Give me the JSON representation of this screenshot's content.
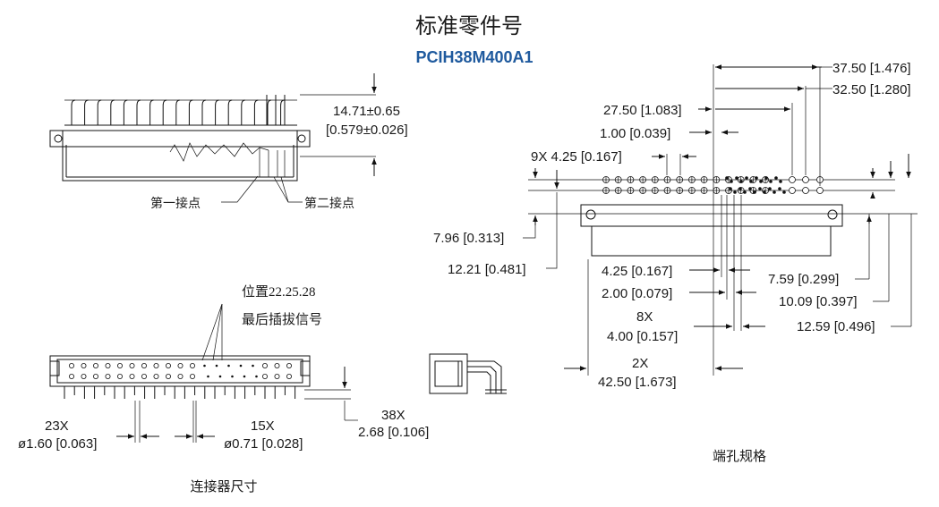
{
  "header": {
    "title": "标准零件号",
    "part_number": "PCIH38M400A1",
    "part_color": "#1f5a9e"
  },
  "top_view": {
    "dim_height": "14.71±0.65",
    "dim_height_in": "[0.579±0.026]",
    "label_contact_1": "第一接点",
    "label_contact_2": "第二接点"
  },
  "bottom_view": {
    "note_line1": "位置22.25.28",
    "note_line2": "最后插拔信号",
    "dim_23x": "23X",
    "dim_23x_val": "ø1.60 [0.063]",
    "dim_15x": "15X",
    "dim_15x_val": "ø0.71 [0.028]",
    "dim_38x": "38X",
    "dim_38x_val": "2.68 [0.106]",
    "caption": "连接器尺寸"
  },
  "hole_pattern": {
    "d_37_50": "37.50 [1.476]",
    "d_32_50": "32.50 [1.280]",
    "d_27_50": "27.50 [1.083]",
    "d_1_00": "1.00 [0.039]",
    "d_9x": "9X 4.25 [0.167]",
    "d_7_96": "7.96 [0.313]",
    "d_12_21": "12.21 [0.481]",
    "d_4_25": "4.25 [0.167]",
    "d_2_00": "2.00 [0.079]",
    "d_8x": "8X",
    "d_4_00": "4.00 [0.157]",
    "d_2x": "2X",
    "d_42_50": "42.50 [1.673]",
    "d_7_59": "7.59 [0.299]",
    "d_10_09": "10.09 [0.397]",
    "d_12_59": "12.59 [0.496]",
    "caption": "端孔规格"
  }
}
